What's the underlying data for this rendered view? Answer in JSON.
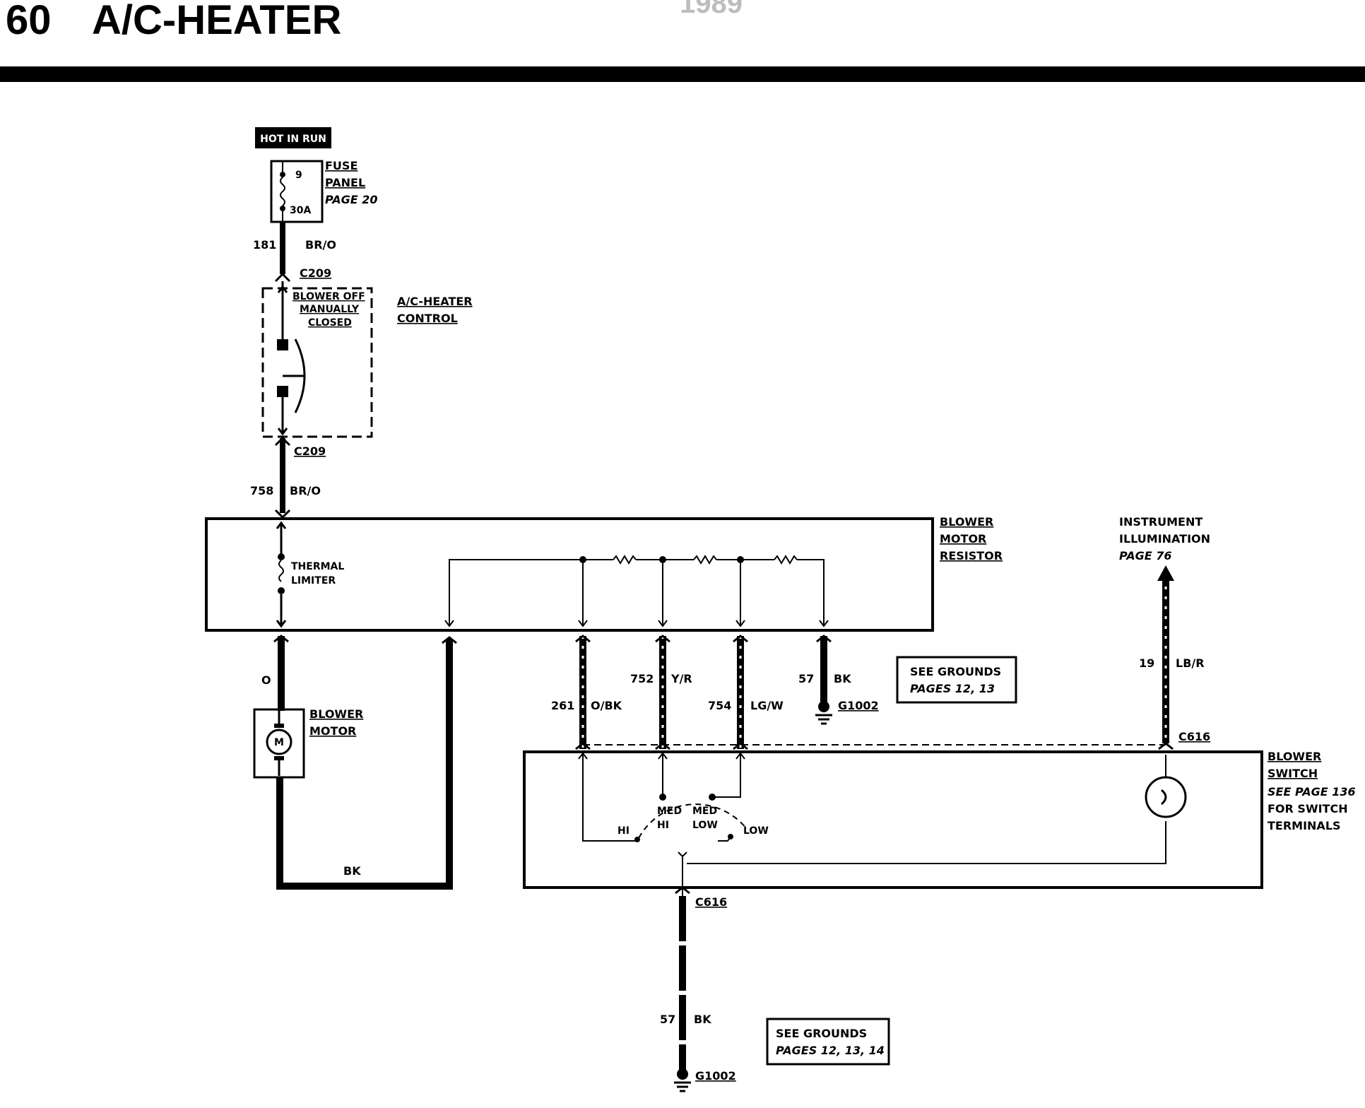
{
  "header": {
    "page_number": "60",
    "title": "A/C-HEATER",
    "year_mark": "1989"
  },
  "power": {
    "badge": "HOT IN RUN",
    "fuse_number": "9",
    "fuse_rating": "30A",
    "fuse_panel": [
      "FUSE",
      "PANEL"
    ],
    "fuse_panel_ref": "PAGE 20"
  },
  "wires": {
    "w181": {
      "circuit": "181",
      "color": "BR/O"
    },
    "w758": {
      "circuit": "758",
      "color": "BR/O"
    },
    "w_motor_feed": {
      "circuit": "O"
    },
    "w261": {
      "circuit": "261",
      "color": "O/BK"
    },
    "w752": {
      "circuit": "752",
      "color": "Y/R"
    },
    "w754": {
      "circuit": "754",
      "color": "LG/W"
    },
    "w57_top": {
      "circuit": "57",
      "color": "BK"
    },
    "w19": {
      "circuit": "19",
      "color": "LB/R"
    },
    "w_bk_return": {
      "color": "BK"
    },
    "w57_bottom": {
      "circuit": "57",
      "color": "BK"
    }
  },
  "connectors": {
    "c209_top": "C209",
    "c209_bottom": "C209",
    "c616_top": "C616",
    "c616_bottom": "C616",
    "g1002_top": "G1002",
    "g1002_bottom": "G1002"
  },
  "control": {
    "switch_note": [
      "BLOWER OFF",
      "MANUALLY",
      "CLOSED"
    ],
    "name": [
      "A/C-HEATER",
      "CONTROL"
    ]
  },
  "resistor": {
    "thermal": [
      "THERMAL",
      "LIMITER"
    ],
    "name": [
      "BLOWER",
      "MOTOR",
      "RESISTOR"
    ]
  },
  "motor": {
    "name": [
      "BLOWER",
      "MOTOR"
    ],
    "symbol": "M"
  },
  "illumination": {
    "name": [
      "INSTRUMENT",
      "ILLUMINATION"
    ],
    "ref": "PAGE 76"
  },
  "switch": {
    "name": [
      "BLOWER",
      "SWITCH"
    ],
    "see": "SEE PAGE 136",
    "note": [
      "FOR SWITCH",
      "TERMINALS"
    ],
    "positions": {
      "hi": "HI",
      "med_hi": [
        "MED",
        "HI"
      ],
      "med_low": [
        "MED",
        "LOW"
      ],
      "low": "LOW"
    }
  },
  "grounds_note_1": {
    "line1": "SEE GROUNDS",
    "line2": "PAGES 12, 13"
  },
  "grounds_note_2": {
    "line1": "SEE GROUNDS",
    "line2": "PAGES 12, 13, 14"
  }
}
